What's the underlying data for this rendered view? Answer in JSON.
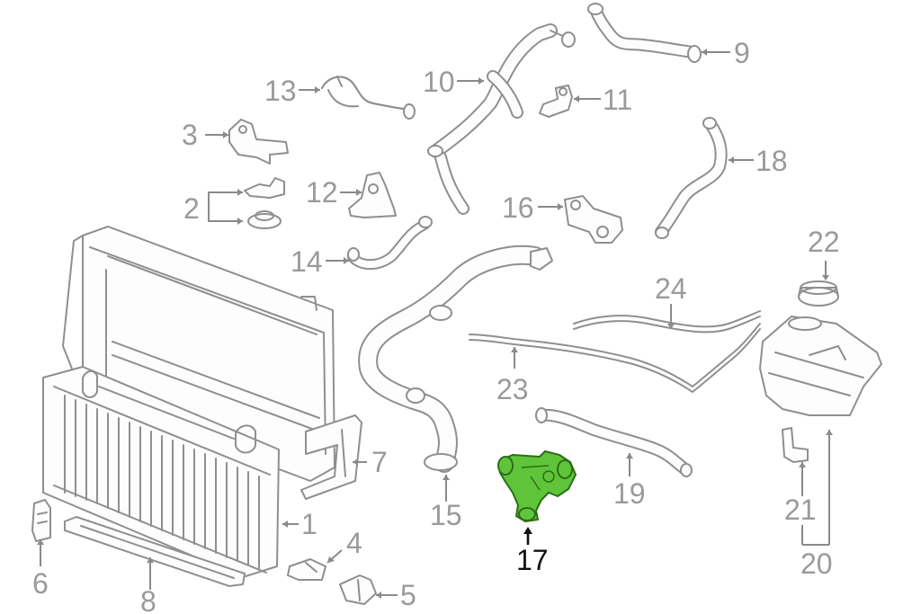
{
  "diagram": {
    "callouts": [
      {
        "id": "1",
        "label": "1"
      },
      {
        "id": "2",
        "label": "2"
      },
      {
        "id": "3",
        "label": "3"
      },
      {
        "id": "4",
        "label": "4"
      },
      {
        "id": "5",
        "label": "5"
      },
      {
        "id": "6",
        "label": "6"
      },
      {
        "id": "7",
        "label": "7"
      },
      {
        "id": "8",
        "label": "8"
      },
      {
        "id": "9",
        "label": "9"
      },
      {
        "id": "10",
        "label": "10"
      },
      {
        "id": "11",
        "label": "11"
      },
      {
        "id": "12",
        "label": "12"
      },
      {
        "id": "13",
        "label": "13"
      },
      {
        "id": "14",
        "label": "14"
      },
      {
        "id": "15",
        "label": "15"
      },
      {
        "id": "16",
        "label": "16"
      },
      {
        "id": "17",
        "label": "17"
      },
      {
        "id": "18",
        "label": "18"
      },
      {
        "id": "19",
        "label": "19"
      },
      {
        "id": "20",
        "label": "20"
      },
      {
        "id": "21",
        "label": "21"
      },
      {
        "id": "22",
        "label": "22"
      },
      {
        "id": "23",
        "label": "23"
      },
      {
        "id": "24",
        "label": "24"
      }
    ],
    "highlighted_part": "17",
    "colors": {
      "line_gray": "#8f8f8f",
      "label_gray": "#9a9a9a",
      "highlight_green": "#5fc43a",
      "highlight_label": "#111111"
    }
  }
}
